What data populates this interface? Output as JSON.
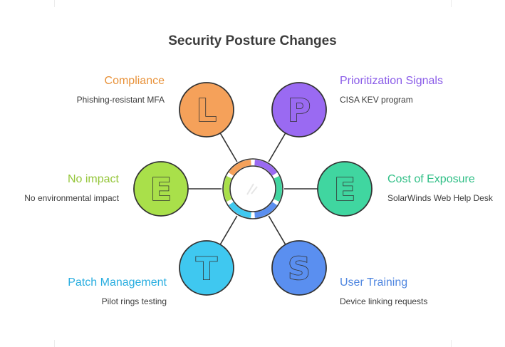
{
  "title": "Security Posture Changes",
  "colors": {
    "orange": "#f5a15a",
    "purple": "#9a6af2",
    "green_teal": "#40d6a0",
    "lime": "#a9e04a",
    "cyan": "#3fc8f0",
    "blue": "#5a8ff0",
    "outline": "#333333"
  },
  "items": [
    {
      "letter": "L",
      "heading": "Compliance",
      "detail": "Phishing-resistant MFA",
      "color": "#f5a15a",
      "heading_color": "#e8923a"
    },
    {
      "letter": "P",
      "heading": "Prioritization Signals",
      "detail": "CISA KEV program",
      "color": "#9a6af2",
      "heading_color": "#8a5ce8"
    },
    {
      "letter": "E",
      "heading": "No impact",
      "detail": "No environmental impact",
      "color": "#a9e04a",
      "heading_color": "#95c63a"
    },
    {
      "letter": "E",
      "heading": "Cost of Exposure",
      "detail": "SolarWinds Web Help Desk",
      "color": "#40d6a0",
      "heading_color": "#2fbf86"
    },
    {
      "letter": "T",
      "heading": "Patch Management",
      "detail": "Pilot rings testing",
      "color": "#3fc8f0",
      "heading_color": "#2aaee0"
    },
    {
      "letter": "S",
      "heading": "User Training",
      "detail": "Device linking requests",
      "color": "#5a8ff0",
      "heading_color": "#4f86e0"
    }
  ]
}
